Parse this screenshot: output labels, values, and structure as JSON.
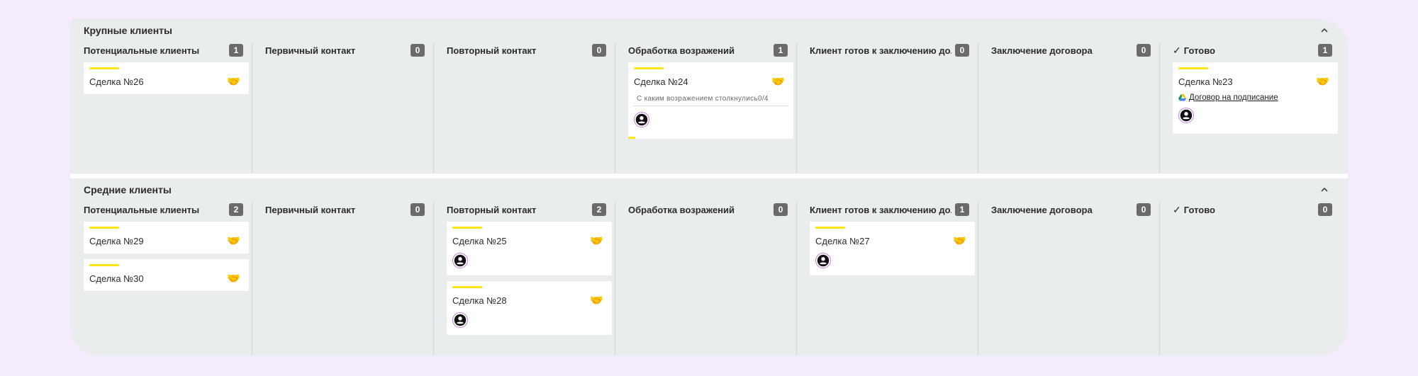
{
  "colors": {
    "page_bg": "#f4ecfd",
    "board_bg": "#e9edee",
    "card_bg": "#ffffff",
    "accent_yellow": "#ffe516",
    "badge_bg": "#6a6a6a",
    "avatar_ring": "#c77ee0"
  },
  "sections": [
    {
      "title": "Крупные клиенты",
      "collapse_icon": "chevron-up-icon",
      "columns": [
        {
          "title": "Потенциальные клиенты",
          "count": "1",
          "done": false,
          "cards": [
            {
              "title": "Сделка №26",
              "icon": "handshake-icon"
            }
          ]
        },
        {
          "title": "Первичный контакт",
          "count": "0",
          "done": false,
          "cards": []
        },
        {
          "title": "Повторный контакт",
          "count": "0",
          "done": false,
          "cards": []
        },
        {
          "title": "Обработка возражений",
          "count": "1",
          "done": false,
          "cards": [
            {
              "title": "Сделка №24",
              "icon": "handshake-icon",
              "field": "С каким возражением столкнулись0/4",
              "avatar": true,
              "progress": true
            }
          ]
        },
        {
          "title": "Клиент готов к заключению до...",
          "count": "0",
          "done": false,
          "cards": []
        },
        {
          "title": "Заключение договора",
          "count": "0",
          "done": false,
          "cards": []
        },
        {
          "title": "Готово",
          "count": "1",
          "done": true,
          "check_icon": "✓",
          "cards": [
            {
              "title": "Сделка №23",
              "icon": "handshake-icon",
              "link": "Договор на подписание",
              "link_icon": "google-drive-icon",
              "avatar": true
            }
          ]
        }
      ]
    },
    {
      "title": "Средние клиенты",
      "collapse_icon": "chevron-up-icon",
      "columns": [
        {
          "title": "Потенциальные клиенты",
          "count": "2",
          "done": false,
          "cards": [
            {
              "title": "Сделка №29",
              "icon": "handshake-icon"
            },
            {
              "title": "Сделка №30",
              "icon": "handshake-icon"
            }
          ]
        },
        {
          "title": "Первичный контакт",
          "count": "0",
          "done": false,
          "cards": []
        },
        {
          "title": "Повторный контакт",
          "count": "2",
          "done": false,
          "cards": [
            {
              "title": "Сделка №25",
              "icon": "handshake-icon",
              "avatar": true
            },
            {
              "title": "Сделка №28",
              "icon": "handshake-icon",
              "avatar": true
            }
          ]
        },
        {
          "title": "Обработка возражений",
          "count": "0",
          "done": false,
          "cards": []
        },
        {
          "title": "Клиент готов к заключению до...",
          "count": "1",
          "done": false,
          "cards": [
            {
              "title": "Сделка №27",
              "icon": "handshake-icon",
              "avatar": true
            }
          ]
        },
        {
          "title": "Заключение договора",
          "count": "0",
          "done": false,
          "cards": []
        },
        {
          "title": "Готово",
          "count": "0",
          "done": true,
          "check_icon": "✓",
          "cards": []
        }
      ]
    }
  ],
  "emoji": {
    "handshake": "🤝"
  }
}
